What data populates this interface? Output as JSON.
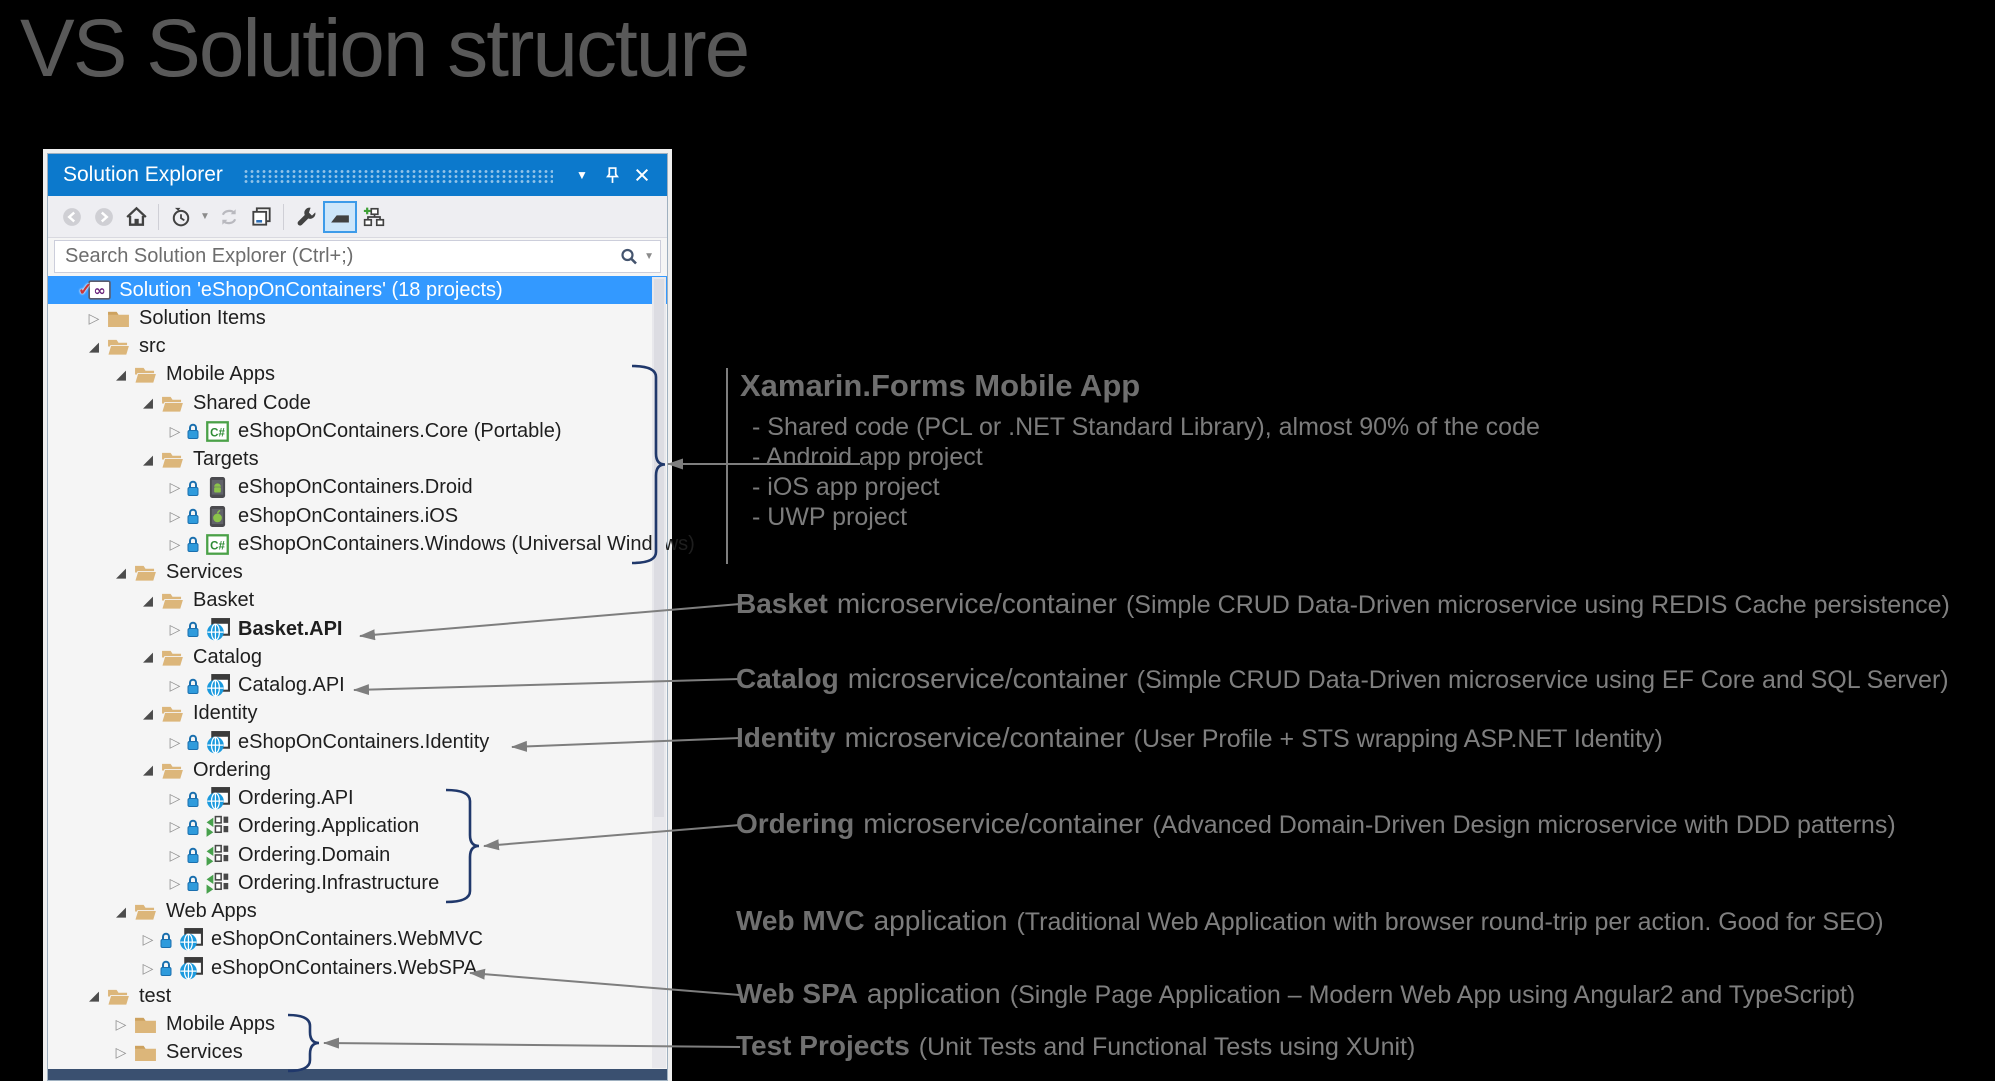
{
  "title": "VS Solution structure",
  "colors": {
    "titlebar_blue": "#0c79cc",
    "selection_blue": "#3399ff",
    "folder_tan": "#dcb67a",
    "brace_navy": "#20386b",
    "annotation_gray": "#7c7c7c",
    "page_title_gray": "#595959"
  },
  "panel": {
    "header": {
      "title": "Solution Explorer",
      "icons": [
        "chevron-down-icon",
        "pin-icon",
        "close-icon"
      ]
    },
    "toolbar": {
      "icons": [
        "back-icon",
        "forward-icon",
        "home-icon",
        "history-icon",
        "chevron-down-icon",
        "sync-icon",
        "collapse-all-icon",
        "wrench-icon",
        "preview-selected-icon",
        "org-chart-plus-icon"
      ]
    },
    "search": {
      "placeholder": "Search Solution Explorer (Ctrl+;)",
      "icons": [
        "magnifier-icon",
        "chevron-down-icon"
      ]
    },
    "tree": {
      "items": [
        {
          "label": "Solution 'eShopOnContainers' (18 projects)",
          "level": 0,
          "icon": "solution",
          "expander": "none",
          "selected": true,
          "checked": true
        },
        {
          "label": "Solution Items",
          "level": 1,
          "icon": "folder-closed",
          "expander": "collapsed"
        },
        {
          "label": "src",
          "level": 1,
          "icon": "folder-open",
          "expander": "expanded"
        },
        {
          "label": "Mobile Apps",
          "level": 2,
          "icon": "folder-open",
          "expander": "expanded"
        },
        {
          "label": "Shared Code",
          "level": 3,
          "icon": "folder-open",
          "expander": "expanded"
        },
        {
          "label": "eShopOnContainers.Core (Portable)",
          "level": 4,
          "icon": "csharp",
          "expander": "collapsed",
          "locked": true
        },
        {
          "label": "Targets",
          "level": 3,
          "icon": "folder-open",
          "expander": "expanded"
        },
        {
          "label": "eShopOnContainers.Droid",
          "level": 4,
          "icon": "android",
          "expander": "collapsed",
          "locked": true
        },
        {
          "label": "eShopOnContainers.iOS",
          "level": 4,
          "icon": "ios",
          "expander": "collapsed",
          "locked": true
        },
        {
          "label": "eShopOnContainers.Windows (Universal Windows)",
          "level": 4,
          "icon": "csharp",
          "expander": "collapsed",
          "locked": true
        },
        {
          "label": "Services",
          "level": 2,
          "icon": "folder-open",
          "expander": "expanded"
        },
        {
          "label": "Basket",
          "level": 3,
          "icon": "folder-open",
          "expander": "expanded"
        },
        {
          "label": "Basket.API",
          "level": 4,
          "icon": "web",
          "expander": "collapsed",
          "locked": true,
          "bold": true
        },
        {
          "label": "Catalog",
          "level": 3,
          "icon": "folder-open",
          "expander": "expanded"
        },
        {
          "label": "Catalog.API",
          "level": 4,
          "icon": "web",
          "expander": "collapsed",
          "locked": true
        },
        {
          "label": "Identity",
          "level": 3,
          "icon": "folder-open",
          "expander": "expanded"
        },
        {
          "label": "eShopOnContainers.Identity",
          "level": 4,
          "icon": "web",
          "expander": "collapsed",
          "locked": true
        },
        {
          "label": "Ordering",
          "level": 3,
          "icon": "folder-open",
          "expander": "expanded"
        },
        {
          "label": "Ordering.API",
          "level": 4,
          "icon": "web",
          "expander": "collapsed",
          "locked": true
        },
        {
          "label": "Ordering.Application",
          "level": 4,
          "icon": "class-library",
          "expander": "collapsed",
          "locked": true
        },
        {
          "label": "Ordering.Domain",
          "level": 4,
          "icon": "class-library",
          "expander": "collapsed",
          "locked": true
        },
        {
          "label": "Ordering.Infrastructure",
          "level": 4,
          "icon": "class-library",
          "expander": "collapsed",
          "locked": true
        },
        {
          "label": "Web Apps",
          "level": 2,
          "icon": "folder-open",
          "expander": "expanded"
        },
        {
          "label": "eShopOnContainers.WebMVC",
          "level": 3,
          "icon": "web",
          "expander": "collapsed",
          "locked": true
        },
        {
          "label": "eShopOnContainers.WebSPA",
          "level": 3,
          "icon": "web",
          "expander": "collapsed",
          "locked": true
        },
        {
          "label": "test",
          "level": 1,
          "icon": "folder-open",
          "expander": "expanded"
        },
        {
          "label": "Mobile Apps",
          "level": 2,
          "icon": "folder-closed",
          "expander": "collapsed"
        },
        {
          "label": "Services",
          "level": 2,
          "icon": "folder-closed",
          "expander": "collapsed"
        }
      ]
    }
  },
  "annotations": {
    "xamarin": {
      "heading": "Xamarin.Forms Mobile App",
      "bullets": [
        "- Shared code (PCL or .NET Standard Library), almost 90% of the code",
        "- Android app project",
        "- iOS app project",
        "- UWP project"
      ]
    },
    "callouts": [
      {
        "lead": "Basket",
        "middle": "microservice/container",
        "detail": "(Simple CRUD Data-Driven microservice using REDIS Cache persistence)"
      },
      {
        "lead": "Catalog",
        "middle": "microservice/container",
        "detail": "(Simple CRUD Data-Driven microservice using EF Core and SQL Server)"
      },
      {
        "lead": "Identity",
        "middle": "microservice/container",
        "detail": "(User Profile + STS wrapping ASP.NET Identity)"
      },
      {
        "lead": "Ordering",
        "middle": "microservice/container",
        "detail": "(Advanced Domain-Driven Design microservice with DDD patterns)"
      },
      {
        "lead": "Web MVC",
        "middle": "application",
        "detail": "(Traditional Web Application with browser round-trip per action. Good for SEO)"
      },
      {
        "lead": "Web SPA",
        "middle": "application",
        "detail": "(Single Page Application – Modern Web App using Angular2 and TypeScript)"
      },
      {
        "lead": "Test Projects",
        "middle": "",
        "detail": "(Unit Tests and Functional Tests using XUnit)"
      }
    ]
  }
}
